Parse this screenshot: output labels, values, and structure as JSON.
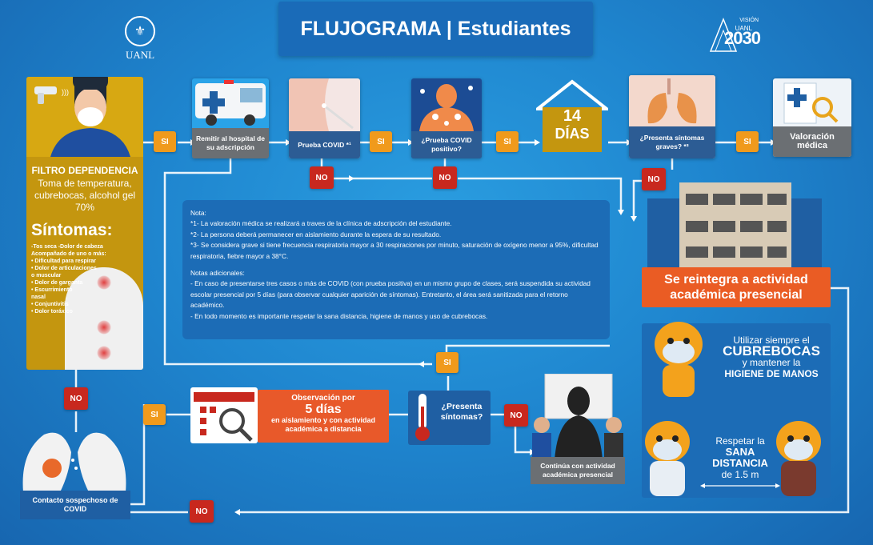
{
  "title": "FLUJOGRAMA | Estudiantes",
  "logos": {
    "left": "UANL",
    "right_top": "VISIÓN",
    "right_mid": "UANL",
    "right_year": "2030"
  },
  "filtro": {
    "title": "FILTRO DEPENDENCIA",
    "body": "Toma de temperatura, cubrebocas, alcohol gel 70%",
    "sintomas_title": "Síntomas:",
    "sintomas_items": [
      "-Tos seca  -Dolor de cabeza",
      "Acompañado de uno o más:",
      "• Dificultad para respirar",
      "• Dolor de articulaciones",
      "   o muscular",
      "• Dolor de garganta",
      "• Escurrimiento",
      "   nasal",
      "• Conjuntivitis",
      "• Dolor toráxico"
    ]
  },
  "labels": {
    "si": "SI",
    "no": "NO"
  },
  "steps": {
    "remitir": "Remitir al hospital de su adscripción",
    "prueba": "Prueba COVID *¹",
    "prueba_positivo": "¿Prueba COVID positivo?",
    "dias14_num": "14",
    "dias14_word": "DÍAS",
    "graves": "¿Presenta síntomas graves? *³",
    "valoracion": "Valoración médica",
    "reintegra": "Se reintegra a actividad académica presencial",
    "obs_title": "Observación por",
    "obs_days": "5 días",
    "obs_body": "en aislamiento y con actividad académica a distancia",
    "presenta": "¿Presenta síntomas?",
    "continua": "Continúa con actividad académica presencial",
    "contacto": "Contacto sospechoso de COVID"
  },
  "note": {
    "heading": "Nota:",
    "lines": [
      "*1- La valoración médica se realizará a traves de la clínica de adscripción del estudiante.",
      "*2- La persona deberá permanecer en aislamiento durante la espera de su resultado.",
      "*3- Se considera grave si tiene frecuencia respiratoria mayor a 30 respiraciones por minuto, saturación de oxígeno menor a 95%, dificultad respiratoria, fiebre mayor a 38°C."
    ],
    "additional_heading": "Notas adicionales:",
    "additional": [
      "- En caso de presentarse tres casos o más de COVID (con prueba positiva) en un mismo grupo de clases, será suspendida su actividad escolar presencial por 5 días (para observar cualquier aparición de síntomas). Entretanto, el área será sanitizada para el retorno académico.",
      "- En todo momento es importante respetar la sana distancia, higiene de manos y uso de cubrebocas."
    ]
  },
  "tips": {
    "t1_a": "Utilizar siempre el",
    "t1_b": "CUBREBOCAS",
    "t1_c": "y mantener la",
    "t1_d": "HIGIENE DE MANOS",
    "t2_a": "Respetar la",
    "t2_b": "SANA",
    "t2_c": "DISTANCIA",
    "t2_d": "de 1.5 m"
  },
  "colors": {
    "background": "#1f86cf",
    "orange": "#f09a1c",
    "red": "#c8281e",
    "gold": "#c4960f",
    "navy": "#1f5fa3",
    "accent_orange": "#e8592a"
  }
}
